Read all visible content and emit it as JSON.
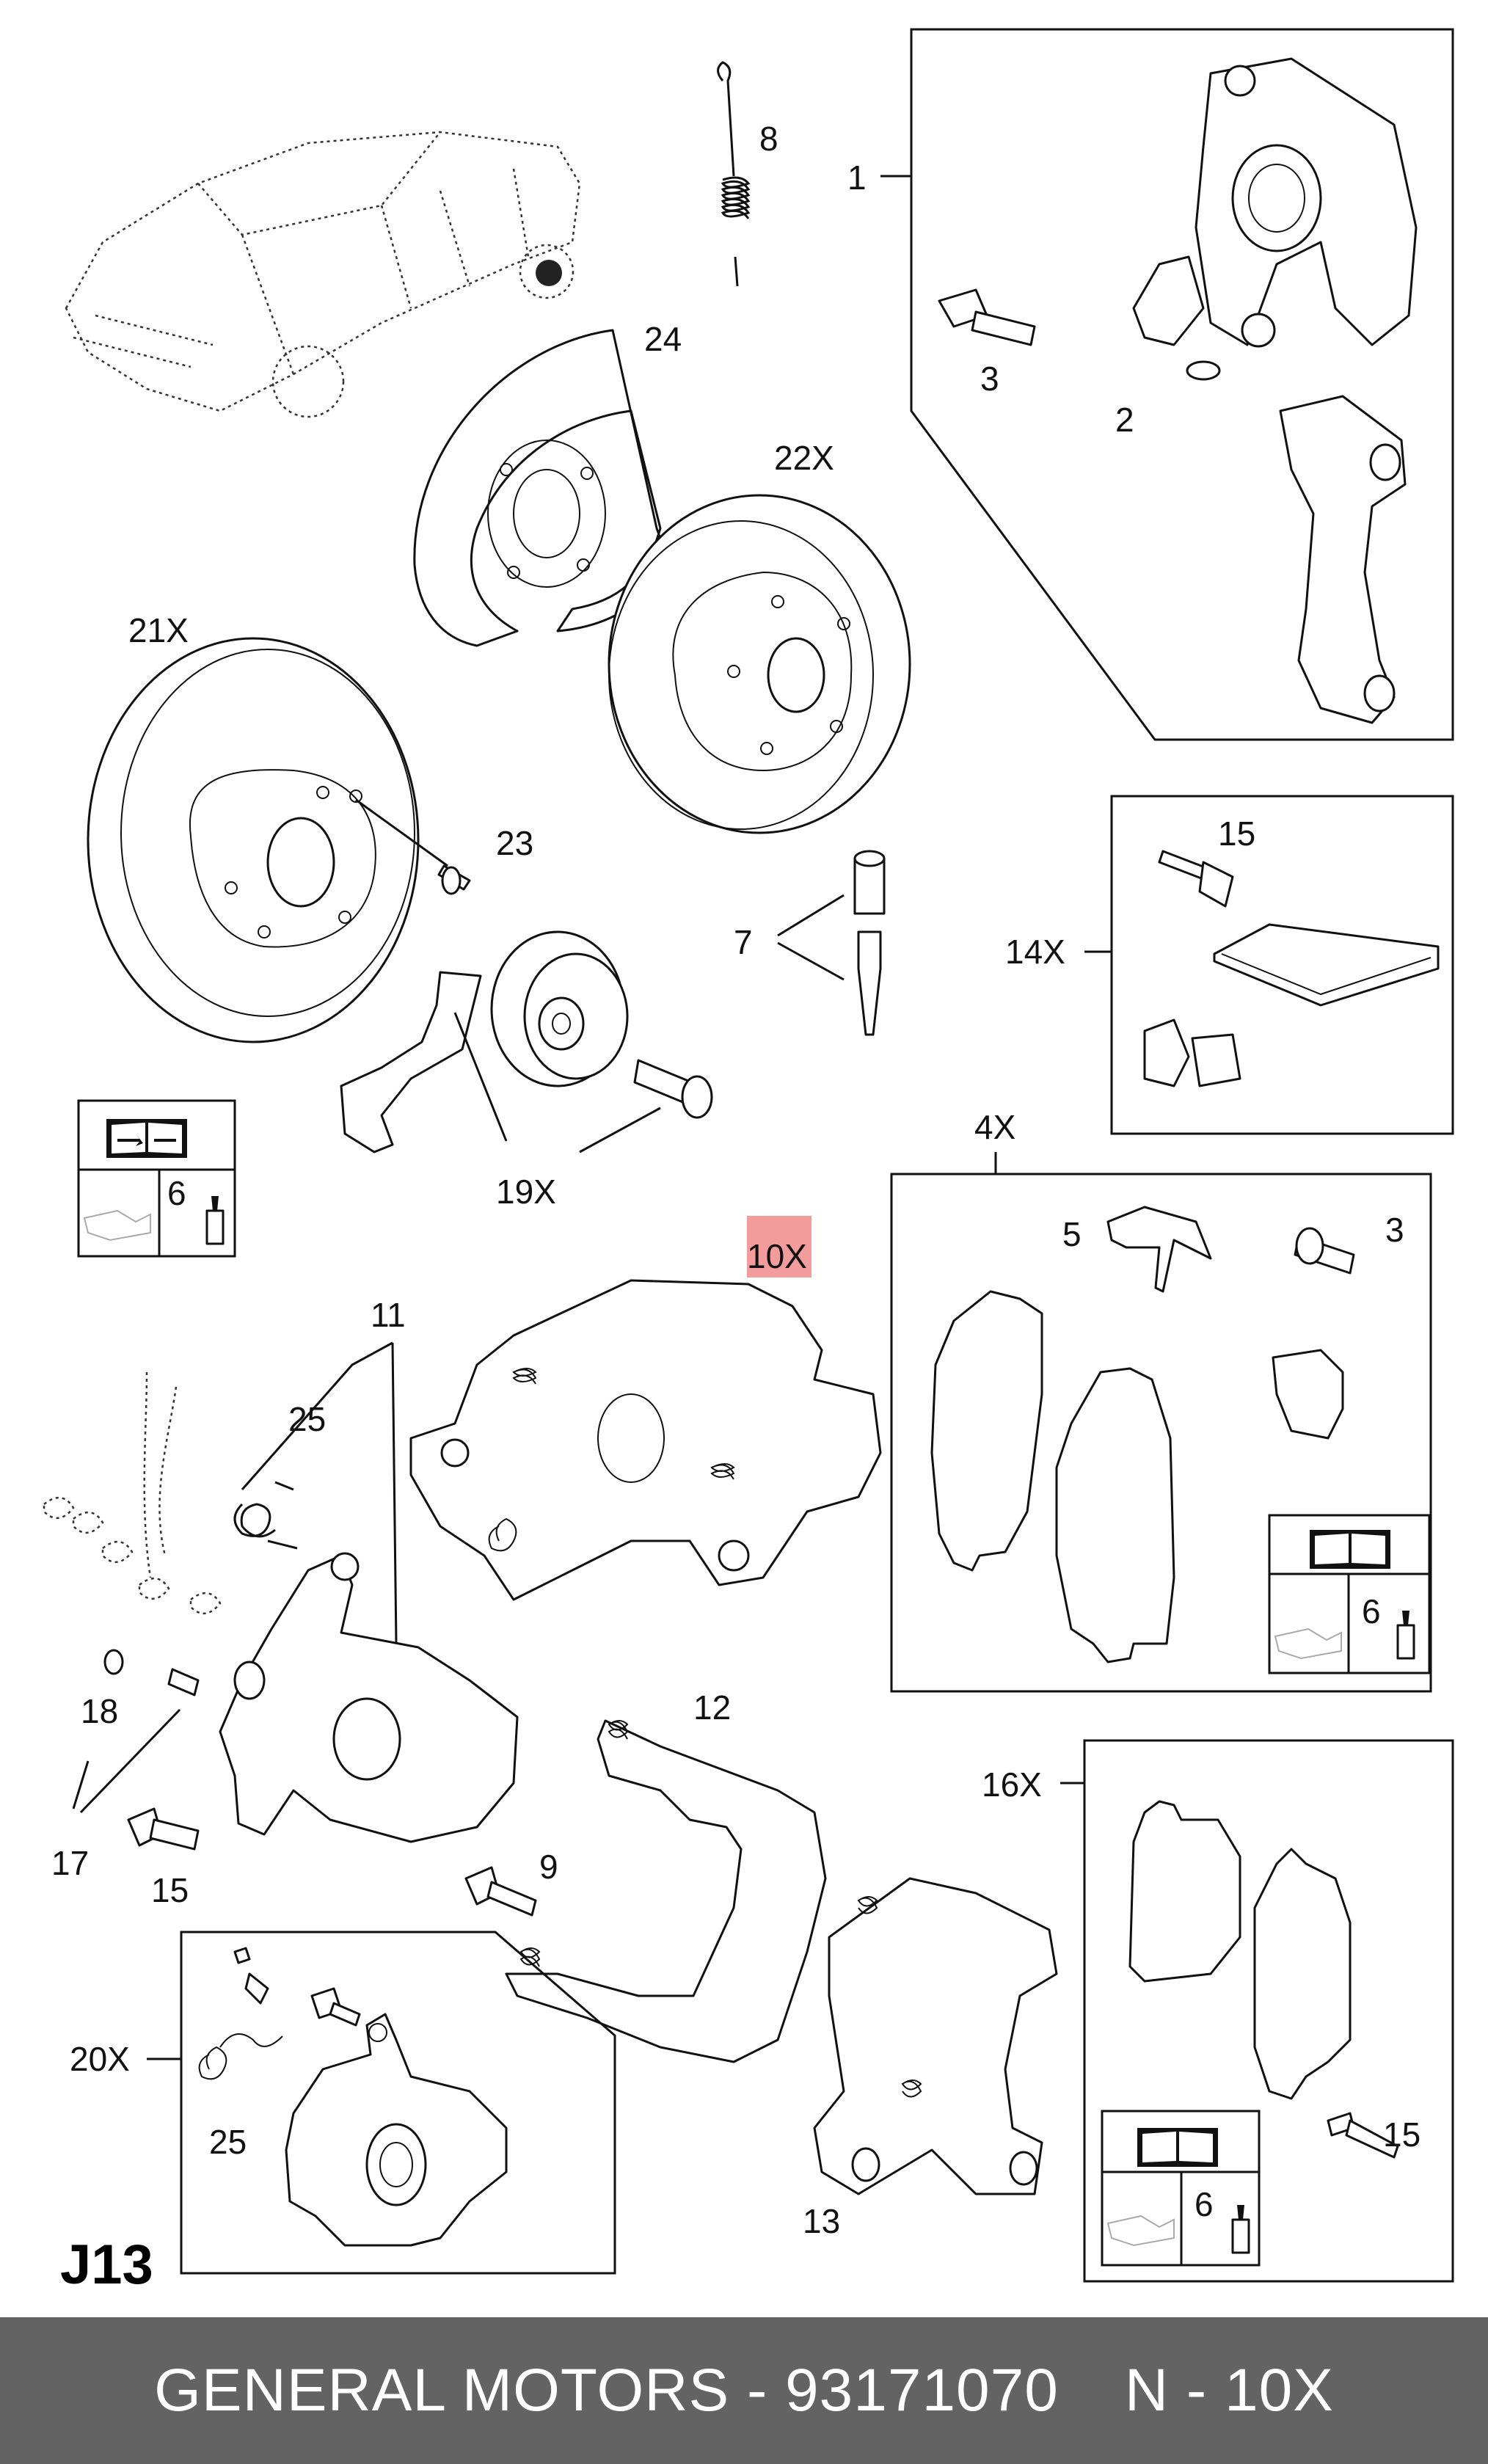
{
  "labels": {
    "l1": "1",
    "l2": "2",
    "l3a": "3",
    "l3b": "3",
    "l4x": "4X",
    "l5": "5",
    "l6a": "6",
    "l6b": "6",
    "l6c": "6",
    "l7": "7",
    "l8": "8",
    "l9": "9",
    "l10x": "10X",
    "l11": "11",
    "l12": "12",
    "l13": "13",
    "l14x": "14X",
    "l15a": "15",
    "l15b": "15",
    "l15c": "15",
    "l16x": "16X",
    "l17": "17",
    "l18": "18",
    "l19x": "19X",
    "l20x": "20X",
    "l21x": "21X",
    "l22x": "22X",
    "l23": "23",
    "l24": "24",
    "l25a": "25",
    "l25b": "25"
  },
  "page_code": "J13",
  "footer": {
    "brand_part": "GENERAL MOTORS - 93171070",
    "ref": "N - 10X"
  },
  "colors": {
    "highlight": "#f29c9c",
    "footer_bg": "#636363"
  },
  "icons": [
    "service-manual-icon",
    "lubricant-can-icon",
    "grease-tube-icon"
  ]
}
